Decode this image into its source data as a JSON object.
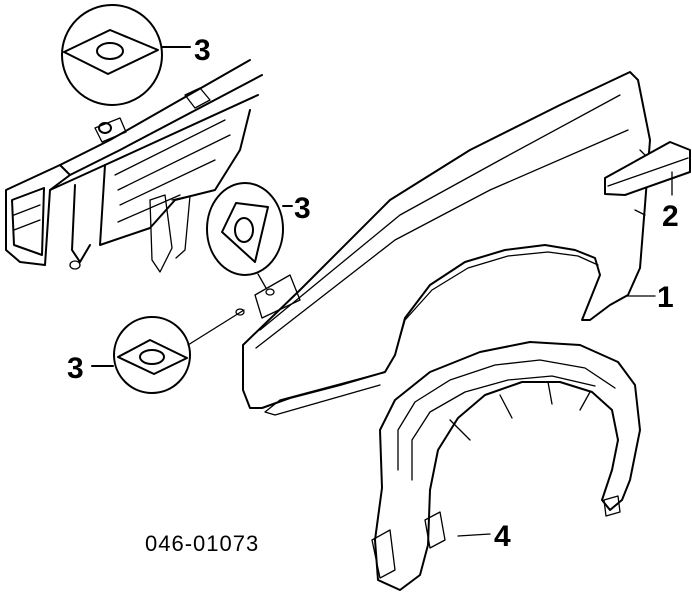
{
  "diagram": {
    "callouts": {
      "c1": "1",
      "c2": "2",
      "c3_top": "3",
      "c3_mid": "3",
      "c3_left": "3",
      "c4": "4"
    },
    "part_number": "046-01073",
    "colors": {
      "ink": "#000000",
      "paper": "#ffffff"
    }
  }
}
